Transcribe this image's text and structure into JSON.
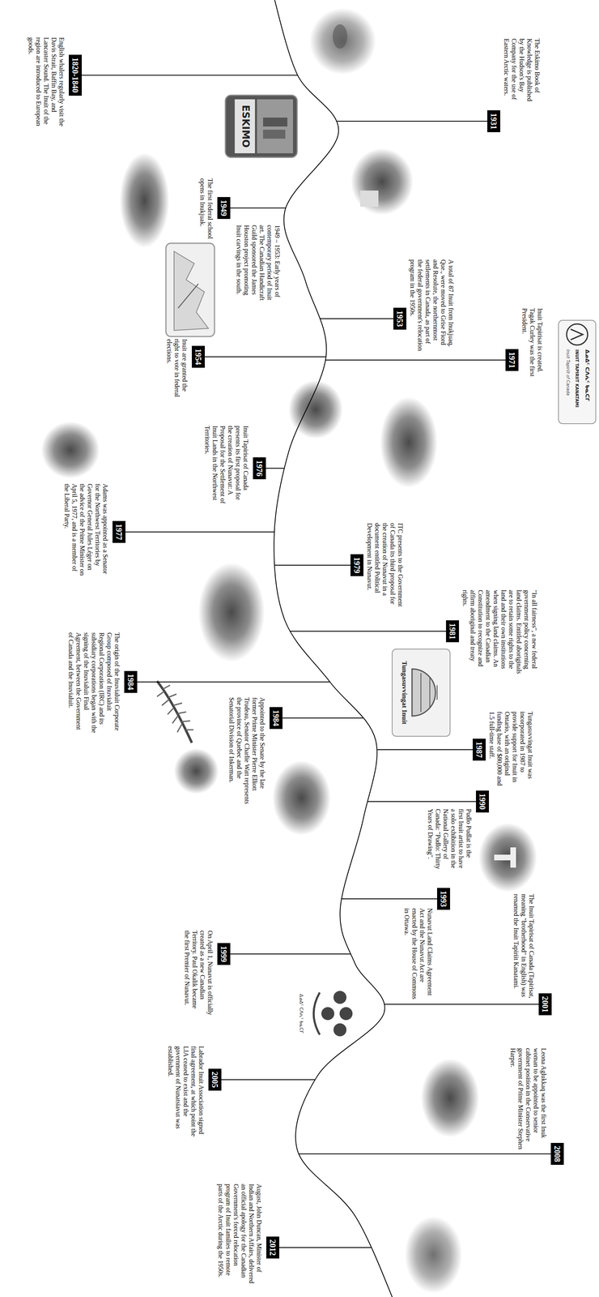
{
  "diagram": {
    "nodes": [
      {
        "text": [
          "1820-1840",
          "English whalers regularly visit the Davis Strait, Baffin Bay, and Lancaster Sound. The Inuit of the region are introduced to European goods."
        ]
      },
      {
        "text": [
          "1931",
          "The Eskimo Book of Knowledge is published by the Hudson's Bay Company for the use of Eastern Arctic waters."
        ]
      },
      {
        "text": [
          "1949",
          "The first federal school opens in Inukjuak."
        ]
      },
      {
        "text": [
          "1953",
          "A total of 87 Inuit from Inukjuaq, Que., were moved to Grise Fiord and Resolute, the northernmost settlements in Canada, as part of the federal government's relocation program in the 1950s."
        ]
      },
      {
        "text": [
          "1954",
          "Inuit are granted the right to vote in federal elections."
        ]
      },
      {
        "text": [
          "1971",
          "Inuit Tapirisat is created. Tagak Curley was the first President."
        ]
      },
      {
        "text": [
          "1976",
          "Inuit Tapirisat of Canada presents its first proposal for the creation of Nunavut: A Proposal for the Settlement of Inuit Lands in the Northwest Territories."
        ]
      },
      {
        "text": [
          "1977",
          "Adams was appointed as a Senator for the Northwest Territories by Governor General Jules Léger on the advice of the Prime Minister on April 5, 1977, and is a member of the Liberal Party."
        ]
      },
      {
        "text": [
          "1979",
          "ITC presents to the Government of Canada its third proposal for the creation of Nunavut in a document entitled Political Development in Nunavut."
        ]
      },
      {
        "text": [
          "1981",
          "\"In all fairness\", a new federal government policy concerning land claims. Entitled aboriginals are to retain some rights to the land and their own institutions when signing land claims. An amendment to the Canadian Constitution to recognize and affirm aboriginal and treaty rights."
        ]
      },
      {
        "text": [
          "1984",
          "The origin of the Inuvialuit Corporate Group composed of Inuvialuit Regional Corporation (IRC) and its subsidiary corporations began with the signing of the Inuvialuit Final Agreement, between the Government of Canada and the Inuvialuit."
        ]
      },
      {
        "text": [
          "1984",
          "Appointed to the Senate by the late former Prime Minister Pierre Elliott Trudeau, Senator Charlie Watt represents the province of Quebec and the Senatorial Division of Inkerman."
        ]
      },
      {
        "text": [
          "1987",
          "Tungasuvvingat Inuit was incorporated in 1987 to provide support for Inuit in Ontario, with an original funding base of $80,000 and 1.5 full-time staff."
        ]
      },
      {
        "text": [
          "1990",
          "Pudlo Pudlat is the first Inuit artist to have a solo exhibition in the National Gallery of Canada: \"Pudlo: Thirty Years of Drawing\"."
        ]
      },
      {
        "text": [
          "1993",
          "Nunavut Land Claims Agreement Act and the Nunavut Act are enacted by the House of Commons in Ottawa."
        ]
      },
      {
        "text": [
          "1999",
          "On April 1, Nunavut is officially created as a new Canadian Territory. Paul Okalik became the first Premier of Nunavut."
        ]
      },
      {
        "text": [
          "2001",
          "The Inuit Tapirisat of Canada (Tapirisat, meaning \"brotherhood\" in English) was renamed the Inuit Tapiriit Kanatami."
        ]
      },
      {
        "text": [
          "2005",
          "Labrador Inuit Association signed final agreement, at which point the LIA ceased to exist and the government of Nunatsiavut was established."
        ]
      },
      {
        "text": [
          "2008",
          "Leona Aglukkaq was the first Inuk woman to be appointed to senior cabinet position in the Conservative government of Prime Minister Stephen Harper."
        ]
      },
      {
        "text": [
          "2012",
          "August, John Duncan, Minister of Indian and Northern Affairs, delivered an official apology for the Canadian Government's forced relocation program of Inuit families to remote parts of the Arctic during the 1950s."
        ]
      }
    ],
    "labels": [
      "1949 – 1953: Early years of contemporary period of Inuit art. The Canadian Handicraft Guild sponsored the James Houston project promoting Inuit carvings in the south.",
      "ESKIMO",
      "ᐃᓄᐃᑦ ᑕᐱᕇᑦ ᑲᓇᑕᒥ",
      "INUIT TAPIRIIT KANATAMI",
      "Inuit Tapiriit of Canada",
      "Tungasuvvingat Inuit",
      "ᐃᓄᐃᑦ ᑕᐱᕇᑦ ᑲᓇᑕᒥ"
    ]
  }
}
